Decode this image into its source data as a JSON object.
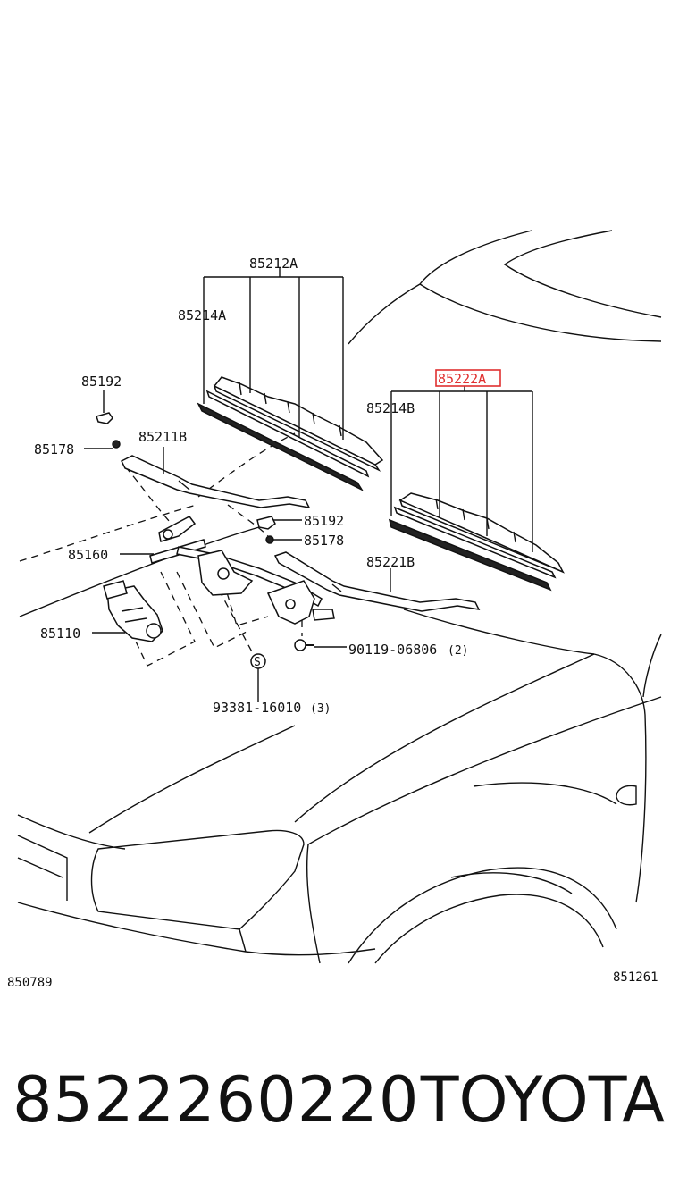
{
  "diagram": {
    "labels": {
      "blade_assy_a": "85212A",
      "refill_a": "85214A",
      "cap_upper": "85192",
      "nut_upper": "85178",
      "arm_b": "85211B",
      "cap_lower": "85192",
      "nut_lower": "85178",
      "link_assy": "85160",
      "motor": "85110",
      "blade_assy_highlight": "85222A",
      "refill_b": "85214B",
      "arm_right": "85221B",
      "bolt": "90119-06806",
      "bolt_qty": "(2)",
      "screw": "93381-16010",
      "screw_qty": "(3)",
      "screw_symbol": "S",
      "ref_left": "850789",
      "ref_right": "851261"
    },
    "highlight_color": "#e03030"
  },
  "footer": {
    "part_number": "8522260220",
    "brand": "TOYOTA"
  }
}
